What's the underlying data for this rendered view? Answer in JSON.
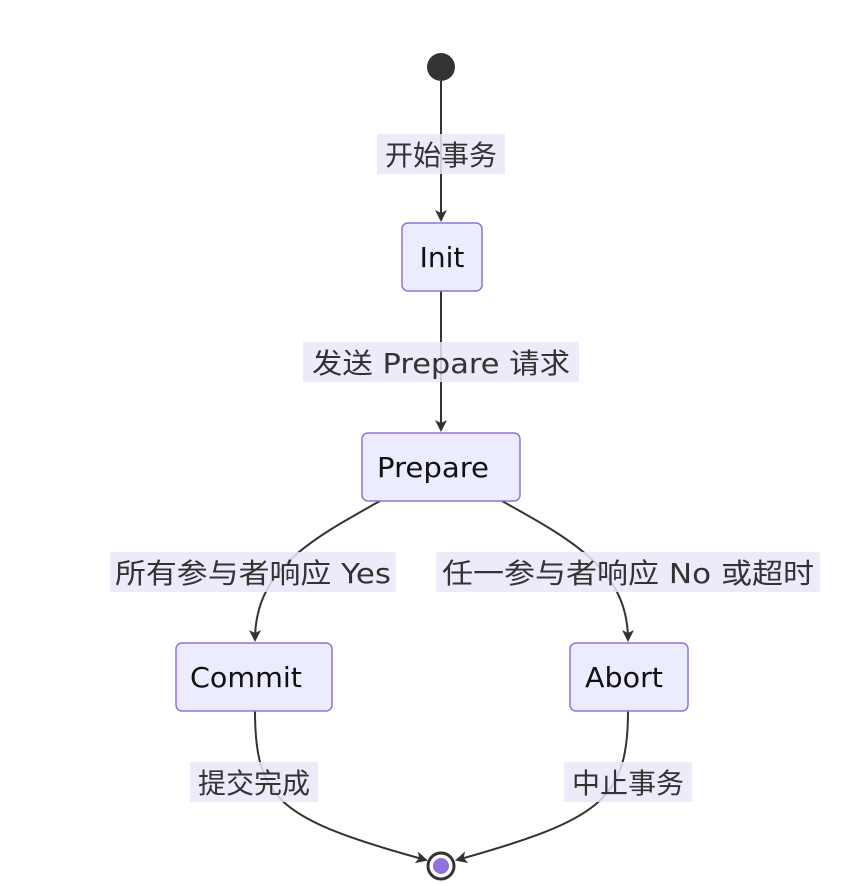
{
  "diagram": {
    "states": {
      "init": "Init",
      "prepare": "Prepare",
      "commit": "Commit",
      "abort": "Abort"
    },
    "transitions": {
      "start_to_init": "开始事务",
      "init_to_prepare": "发送 Prepare 请求",
      "prepare_to_commit": "所有参与者响应 Yes",
      "prepare_to_abort": "任一参与者响应 No 或超时",
      "commit_to_end": "提交完成",
      "abort_to_end": "中止事务"
    },
    "colors": {
      "state_fill": "#ECECFF",
      "state_stroke": "#9370DB",
      "edge": "#333333",
      "label_bg": "#E8E8F8",
      "start_node": "#333333",
      "end_node_inner": "#9370DB"
    }
  }
}
